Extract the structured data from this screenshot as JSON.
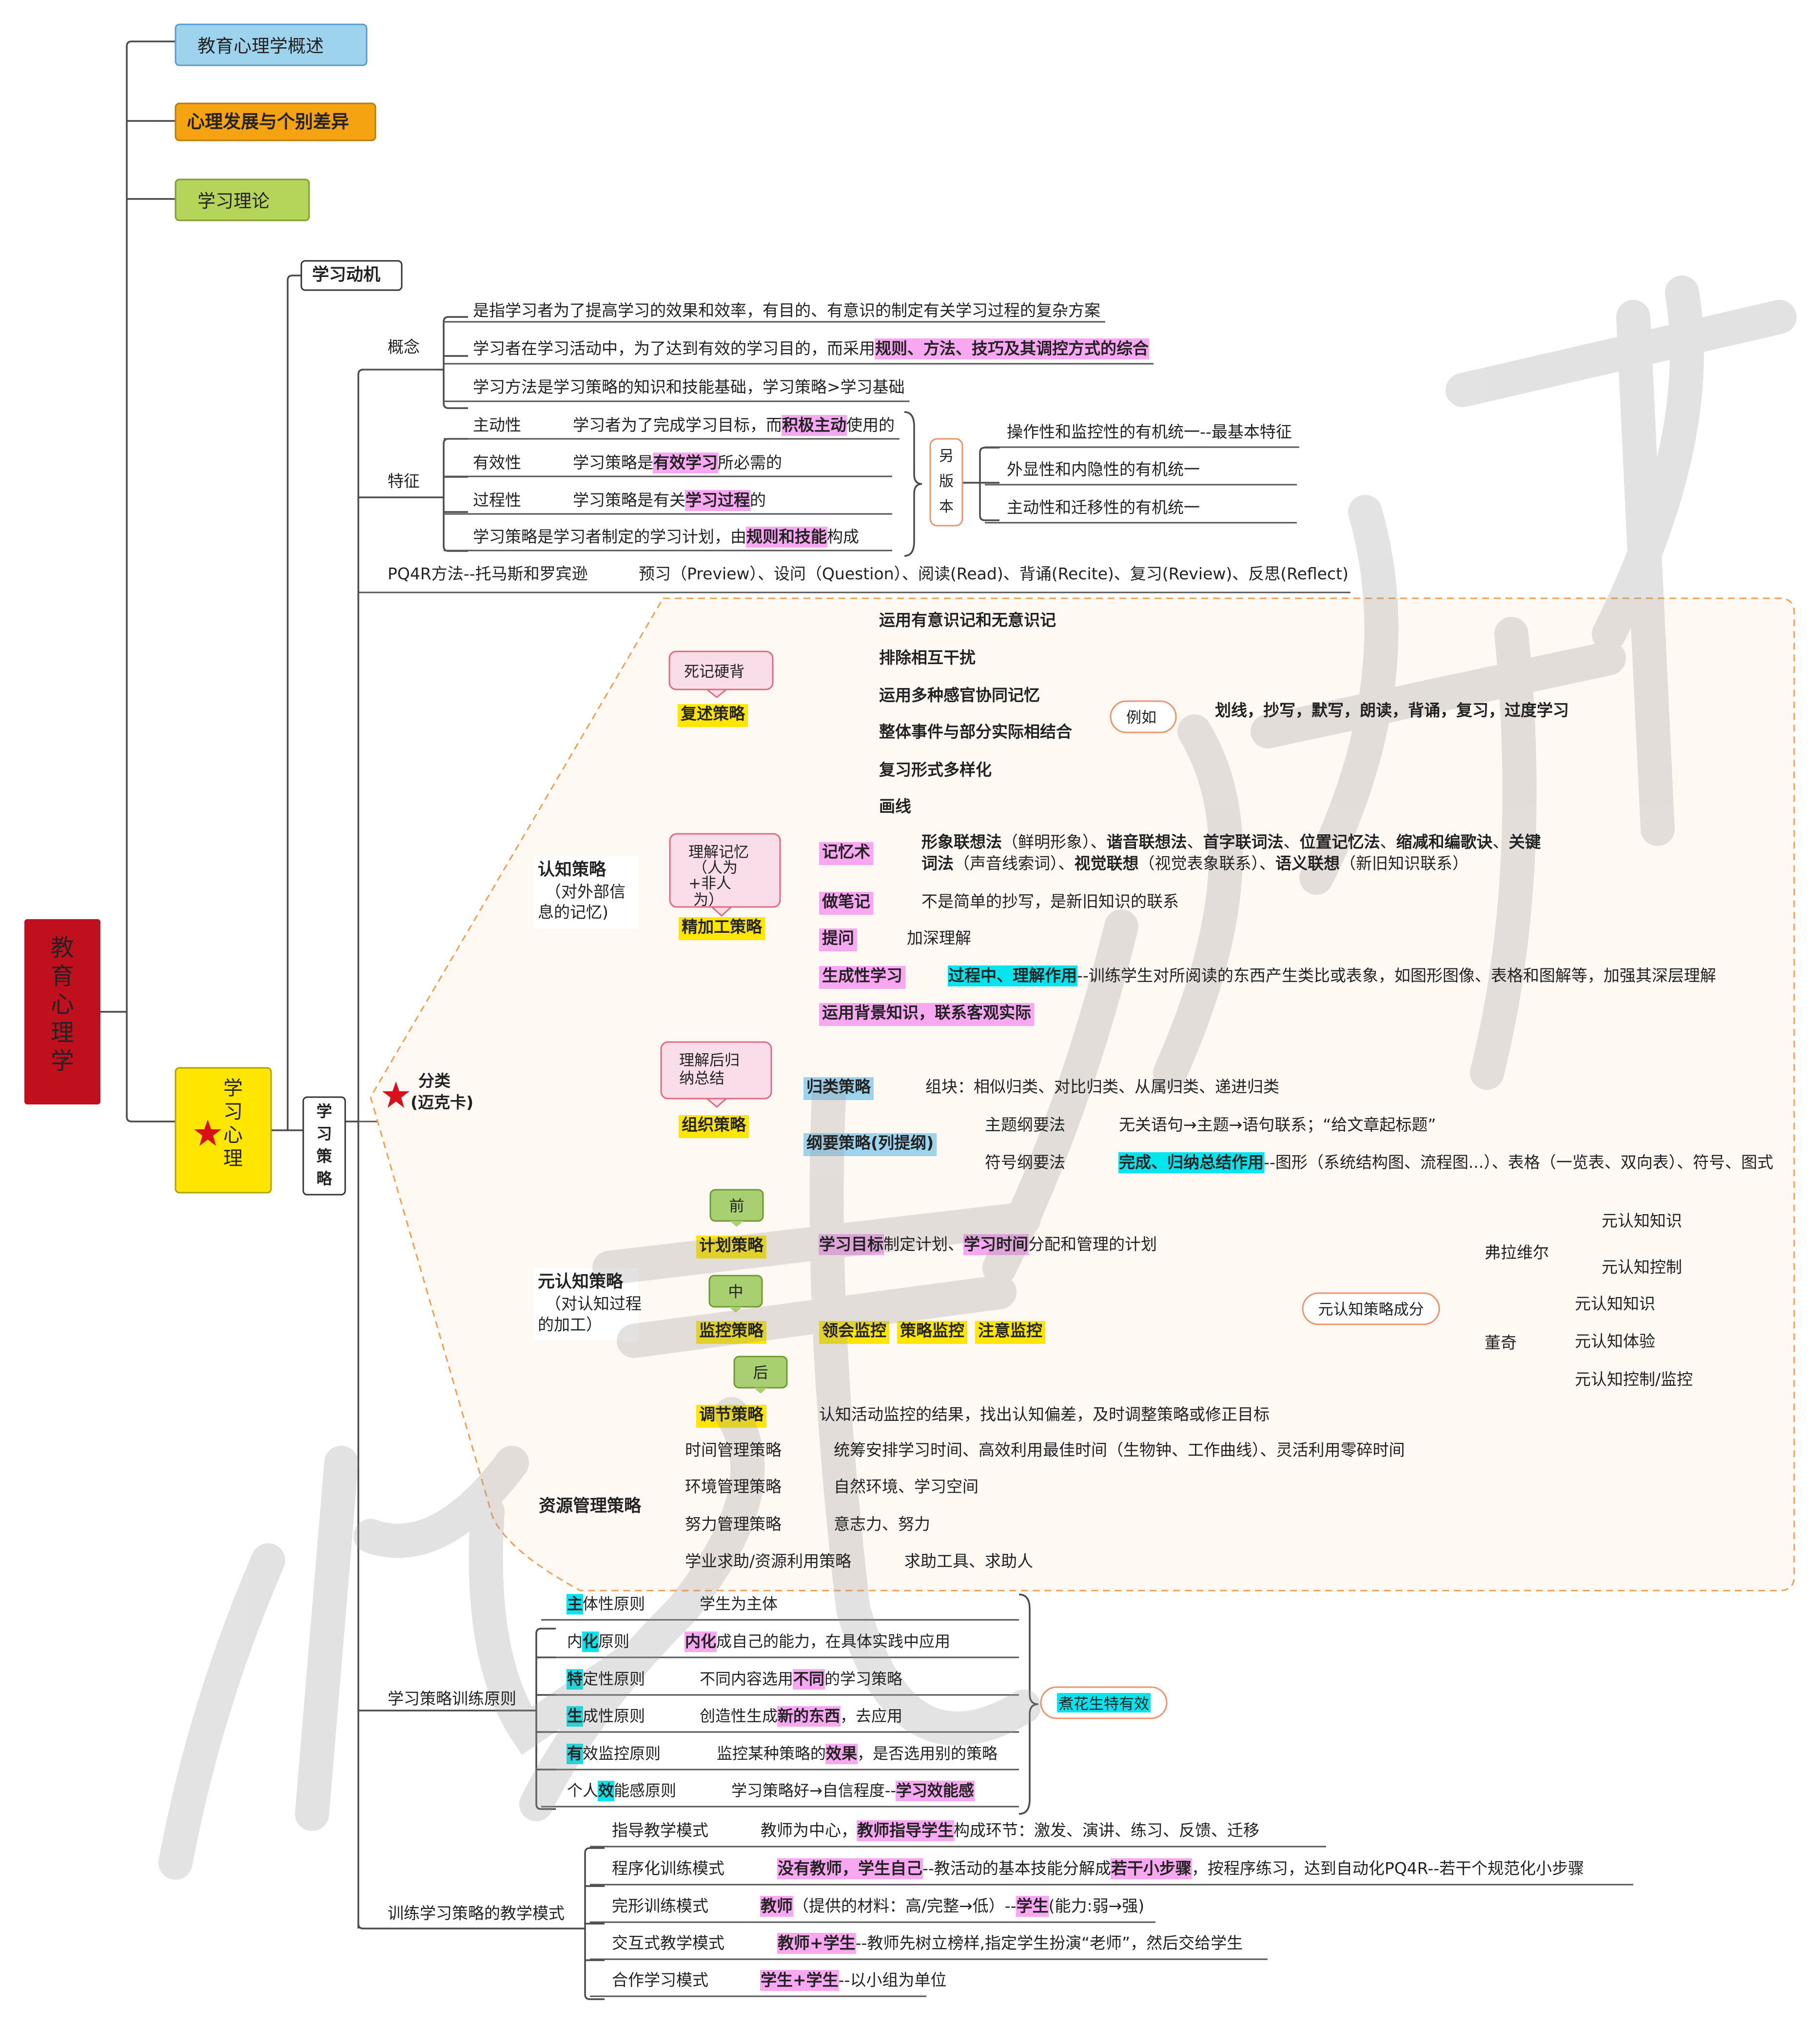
{
  "colors": {
    "pink": "#f7a8f0",
    "yellow": "#ffe600",
    "cyan": "#00e5ee",
    "blue_box": "#9ed3ee",
    "orange_box": "#f5a310",
    "green_box": "#b5d55a",
    "red_root": "#c0101e",
    "dashed_orange": "#f0a050",
    "green_tag": "#a8d070",
    "pink_box": "#f9dde8",
    "arc": "#f0926a"
  },
  "root": {
    "text": "教育心理学",
    "chars": [
      "教",
      "育",
      "心",
      "理",
      "学"
    ]
  },
  "branches": {
    "b1": "教育心理学概述",
    "b2": "心理发展与个别差异",
    "b3": "学习理论"
  },
  "xxxl": {
    "chars": [
      "学",
      "习",
      "心",
      "理"
    ],
    "icon": "star-icon"
  },
  "xxdj": "学习动机",
  "xxcl": {
    "chars": [
      "学",
      "习",
      "策",
      "略"
    ]
  },
  "gainian": {
    "label": "概念",
    "items": [
      {
        "segs": [
          {
            "t": "是指学习者为了提高学习的效果和效率，有目的、有意识的制定有关学习过程的复杂方案"
          }
        ]
      },
      {
        "segs": [
          {
            "t": "学习者在学习活动中，为了达到有效的学习目的，而采用"
          },
          {
            "t": "规则、方法、技巧及其调控方式的综合",
            "hl": "pink",
            "b": 1
          }
        ]
      },
      {
        "segs": [
          {
            "t": "学习方法是学习策略的知识和技能基础，学习策略>学习基础"
          }
        ]
      }
    ]
  },
  "tezheng": {
    "label": "特征",
    "items": [
      {
        "name": "主动性",
        "segs": [
          {
            "t": "学习者为了完成学习目标，而"
          },
          {
            "t": "积极主动",
            "hl": "pink",
            "b": 1
          },
          {
            "t": "使用的"
          }
        ]
      },
      {
        "name": "有效性",
        "segs": [
          {
            "t": "学习策略是"
          },
          {
            "t": "有效学习",
            "hl": "pink",
            "b": 1
          },
          {
            "t": "所必需的"
          }
        ]
      },
      {
        "name": "过程性",
        "segs": [
          {
            "t": "学习策略是有关"
          },
          {
            "t": "学习过程",
            "hl": "pink",
            "b": 1
          },
          {
            "t": "的"
          }
        ]
      },
      {
        "name": "",
        "segs": [
          {
            "t": "学习策略是学习者制定的学习计划，由"
          },
          {
            "t": "规则和技能",
            "hl": "pink",
            "b": 1
          },
          {
            "t": "构成"
          }
        ]
      }
    ],
    "alt": {
      "chars": [
        "另",
        "版",
        "本"
      ],
      "items": [
        "操作性和监控性的有机统一--最基本特征",
        "外显性和内隐性的有机统一",
        "主动性和迁移性的有机统一"
      ]
    }
  },
  "pq4r": {
    "label": "PQ4R方法--托马斯和罗宾逊",
    "text": "预习（Preview）、设问（Question）、阅读(Read)、背诵(Recite)、复习(Review)、反思(Reflect)"
  },
  "fenlei": {
    "l1": "分类",
    "l2": "(迈克卡)",
    "icon": "star-icon"
  },
  "rzcl": {
    "t1": "认知策略",
    "t2": "（对外部信",
    "t3": "息的记忆)"
  },
  "fushu": {
    "tag": "死记硬背",
    "label": "复述策略",
    "items": [
      "运用有意识记和无意识记",
      "排除相互干扰",
      "运用多种感官协同记忆",
      "整体事件与部分实际相结合",
      "复习形式多样化",
      "画线"
    ],
    "eg": "例如",
    "eg_text": "划线，抄写，默写，朗读，背诵，复习，过度学习"
  },
  "jingjia": {
    "tag": [
      "理解记忆",
      "（人为",
      "+非人",
      "为）"
    ],
    "label": "精加工策略",
    "items": [
      {
        "k": "记忆术",
        "segs": [
          {
            "t": "形象联想法",
            "b": 1
          },
          {
            "t": "（鲜明形象）、"
          },
          {
            "t": "谐音联想法",
            "b": 1
          },
          {
            "t": "、"
          },
          {
            "t": "首字联词法",
            "b": 1
          },
          {
            "t": "、"
          },
          {
            "t": "位置记忆法",
            "b": 1
          },
          {
            "t": "、"
          },
          {
            "t": "缩减和编歌诀",
            "b": 1
          },
          {
            "t": "、"
          },
          {
            "t": "关键",
            "b": 1
          }
        ],
        "segs2": [
          {
            "t": "词法",
            "b": 1
          },
          {
            "t": "（声音线索词）、"
          },
          {
            "t": "视觉联想",
            "b": 1
          },
          {
            "t": "（视觉表象联系）、"
          },
          {
            "t": "语义联想",
            "b": 1
          },
          {
            "t": "（新旧知识联系）"
          }
        ]
      },
      {
        "k": "做笔记",
        "segs": [
          {
            "t": "不是简单的抄写，是新旧知识的联系"
          }
        ]
      },
      {
        "k": "提问",
        "segs": [
          {
            "t": "加深理解"
          }
        ]
      },
      {
        "k": "生成性学习",
        "segs": [
          {
            "t": "过程中、理解作用",
            "hl": "cyan",
            "b": 1
          },
          {
            "t": "--训练学生对所阅读的东西产生类比或表象，如图形图像、表格和图解等，加强其深层理解"
          }
        ]
      },
      {
        "k": "运用背景知识，联系客观实际",
        "segs": []
      }
    ]
  },
  "zuzhi": {
    "tag": [
      "理解后归",
      "纳总结"
    ],
    "label": "组织策略",
    "guilei": {
      "k": "归类策略",
      "t": "组块：相似归类、对比归类、从属归类、递进归类"
    },
    "gangyao": {
      "k": "纲要策略(列提纲)",
      "items": [
        {
          "name": "主题纲要法",
          "segs": [
            {
              "t": "无关语句→主题→语句联系；“给文章起标题”"
            }
          ]
        },
        {
          "name": "符号纲要法",
          "segs": [
            {
              "t": "完成、归纳总结作用",
              "hl": "cyan",
              "b": 1
            },
            {
              "t": "--图形（系统结构图、流程图...）、表格（一览表、双向表）、符号、图式"
            }
          ]
        }
      ]
    }
  },
  "yrz": {
    "t1": "元认知策略",
    "t2": "（对认知过程",
    "t3": "的加工）",
    "plan": {
      "tag": "前",
      "label": "计划策略",
      "segs": [
        {
          "t": "学习目标",
          "hl": "pink",
          "b": 1
        },
        {
          "t": "制定计划、"
        },
        {
          "t": "学习时间",
          "hl": "pink",
          "b": 1
        },
        {
          "t": "分配和管理的计划"
        }
      ]
    },
    "monitor": {
      "tag": "中",
      "label": "监控策略",
      "items": [
        "领会监控",
        "策略监控",
        "注意监控"
      ]
    },
    "adjust": {
      "tag": "后",
      "label": "调节策略",
      "text": "认知活动监控的结果，找出认知偏差，及时调整策略或修正目标"
    },
    "comp": {
      "label": "元认知策略成分",
      "flavell": {
        "name": "弗拉维尔",
        "items": [
          "元认知知识",
          "元认知控制"
        ]
      },
      "dongqi": {
        "name": "董奇",
        "items": [
          "元认知知识",
          "元认知体验",
          "元认知控制/监控"
        ]
      }
    }
  },
  "zygl": {
    "label": "资源管理策略",
    "items": [
      {
        "name": "时间管理策略",
        "t": "统筹安排学习时间、高效利用最佳时间（生物钟、工作曲线）、灵活利用零碎时间"
      },
      {
        "name": "环境管理策略",
        "t": "自然环境、学习空间"
      },
      {
        "name": "努力管理策略",
        "t": "意志力、努力"
      },
      {
        "name": "学业求助/资源利用策略",
        "t": "求助工具、求助人"
      }
    ]
  },
  "xlyz": {
    "label": "学习策略训练原则",
    "memo": "煮花生特有效",
    "items": [
      {
        "name": [
          {
            "t": "主",
            "hl": "cyan",
            "b": 1
          },
          {
            "t": "体性原则"
          }
        ],
        "segs": [
          {
            "t": "学生为主体"
          }
        ]
      },
      {
        "name": [
          {
            "t": "内"
          },
          {
            "t": "化",
            "hl": "cyan",
            "b": 1
          },
          {
            "t": "原则"
          }
        ],
        "segs": [
          {
            "t": "内化",
            "hl": "pink",
            "b": 1
          },
          {
            "t": "成自己的能力，在具体实践中应用"
          }
        ]
      },
      {
        "name": [
          {
            "t": "特",
            "hl": "cyan",
            "b": 1
          },
          {
            "t": "定性原则"
          }
        ],
        "segs": [
          {
            "t": "不同内容选用"
          },
          {
            "t": "不同",
            "hl": "pink",
            "b": 1
          },
          {
            "t": "的学习策略"
          }
        ]
      },
      {
        "name": [
          {
            "t": "生",
            "hl": "cyan",
            "b": 1
          },
          {
            "t": "成性原则"
          }
        ],
        "segs": [
          {
            "t": "创造性生成"
          },
          {
            "t": "新的东西",
            "hl": "pink",
            "b": 1
          },
          {
            "t": "，去应用"
          }
        ]
      },
      {
        "name": [
          {
            "t": "有",
            "hl": "cyan",
            "b": 1
          },
          {
            "t": "效监控原则"
          }
        ],
        "segs": [
          {
            "t": "监控某种策略的"
          },
          {
            "t": "效果",
            "hl": "pink",
            "b": 1
          },
          {
            "t": "，是否选用别的策略"
          }
        ]
      },
      {
        "name": [
          {
            "t": "个人"
          },
          {
            "t": "效",
            "hl": "cyan",
            "b": 1
          },
          {
            "t": "能感原则"
          }
        ],
        "segs": [
          {
            "t": "学习策略好→自信程度--"
          },
          {
            "t": "学习效能感",
            "hl": "pink",
            "b": 1
          }
        ]
      }
    ]
  },
  "jxms": {
    "label": "训练学习策略的教学模式",
    "items": [
      {
        "name": "指导教学模式",
        "segs": [
          {
            "t": "教师为中心，"
          },
          {
            "t": "教师指导学生",
            "hl": "pink",
            "b": 1
          },
          {
            "t": "      构成环节：激发、演讲、练习、反馈、迁移"
          }
        ]
      },
      {
        "name": "程序化训练模式",
        "segs": [
          {
            "t": "没有教师，学生自己",
            "hl": "pink",
            "b": 1
          },
          {
            "t": "--教活动的基本技能分解成"
          },
          {
            "t": "若干小步骤",
            "hl": "pink",
            "b": 1
          },
          {
            "t": "，按程序练习，达到自动化"
          },
          {
            "t": "      PQ4R--若干个规范化小步骤"
          }
        ]
      },
      {
        "name": "完形训练模式",
        "segs": [
          {
            "t": "教师",
            "hl": "pink",
            "b": 1
          },
          {
            "t": "（提供的材料：高/完整→低）--"
          },
          {
            "t": "学生",
            "hl": "pink",
            "b": 1
          },
          {
            "t": "(能力:弱→强)"
          }
        ]
      },
      {
        "name": "交互式教学模式",
        "segs": [
          {
            "t": "教师+学生",
            "hl": "pink",
            "b": 1
          },
          {
            "t": "--教师先树立榜样,指定学生扮演“老师”，然后交给学生"
          }
        ]
      },
      {
        "name": "合作学习模式",
        "segs": [
          {
            "t": "学生+学生",
            "hl": "pink",
            "b": 1
          },
          {
            "t": "--以小组为单位"
          }
        ]
      }
    ]
  }
}
